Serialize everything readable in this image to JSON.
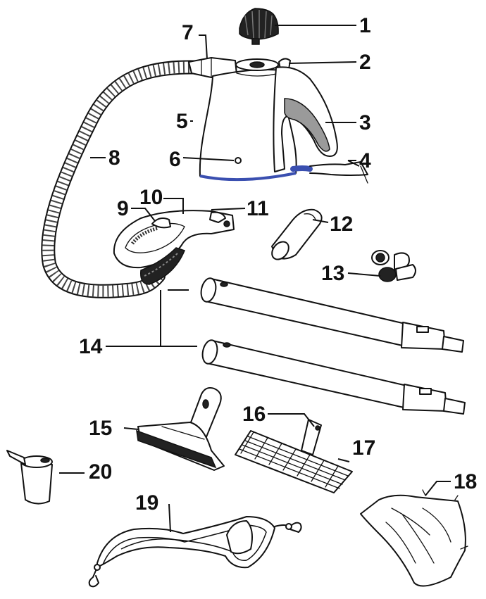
{
  "parts": [
    {
      "id": "p1",
      "number": "1"
    },
    {
      "id": "p2",
      "number": "2"
    },
    {
      "id": "p3",
      "number": "3"
    },
    {
      "id": "p4",
      "number": "4"
    },
    {
      "id": "p5",
      "number": "5"
    },
    {
      "id": "p6",
      "number": "6"
    },
    {
      "id": "p7",
      "number": "7"
    },
    {
      "id": "p8",
      "number": "8"
    },
    {
      "id": "p9",
      "number": "9"
    },
    {
      "id": "p10",
      "number": "10"
    },
    {
      "id": "p11",
      "number": "11"
    },
    {
      "id": "p12",
      "number": "12"
    },
    {
      "id": "p13",
      "number": "13"
    },
    {
      "id": "p14",
      "number": "14"
    },
    {
      "id": "p15",
      "number": "15"
    },
    {
      "id": "p16",
      "number": "16"
    },
    {
      "id": "p17",
      "number": "17"
    },
    {
      "id": "p18",
      "number": "18"
    },
    {
      "id": "p19",
      "number": "19"
    },
    {
      "id": "p20",
      "number": "20"
    }
  ],
  "colors": {
    "ink": "#111111",
    "accent_blue": "#3a4fb0",
    "background": "#ffffff"
  }
}
